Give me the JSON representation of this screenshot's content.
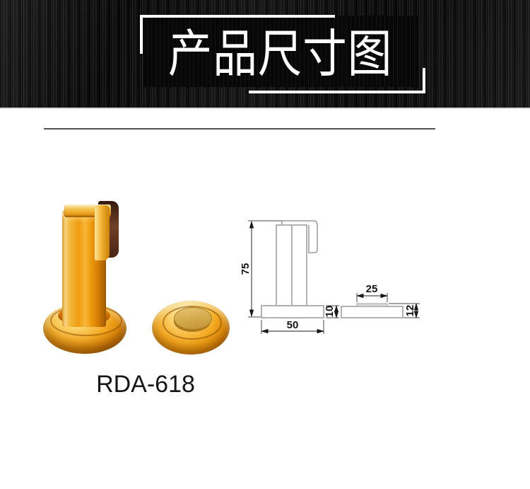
{
  "banner": {
    "title": "产品尺寸图"
  },
  "product": {
    "model": "RDA-618"
  },
  "drawing": {
    "stopper_view": {
      "overall_height": "75",
      "base_width": "50",
      "base_height": "10"
    },
    "plate_view": {
      "top_width": "25",
      "height": "12"
    }
  },
  "colors": {
    "banner_background": "#101010",
    "banner_text": "#ffffff",
    "gold_primary": "#f2a81d",
    "gold_highlight": "#ffeebf",
    "gold_shadow": "#944f02",
    "rubber_brown": "#5c3420",
    "object_line": "#a9a9a9",
    "dimension_line": "#4a4a4a",
    "label_text": "#161616"
  }
}
